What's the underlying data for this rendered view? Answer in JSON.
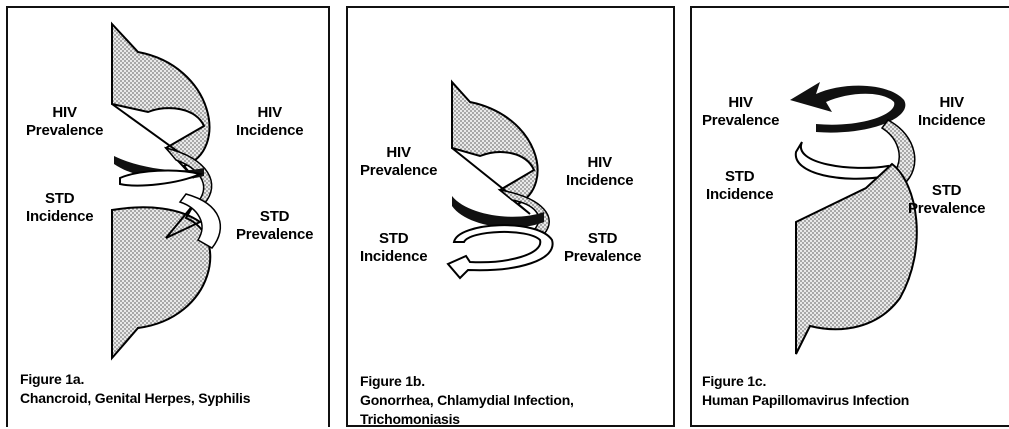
{
  "figures": [
    {
      "labels": {
        "hiv_prevalence": [
          "HIV",
          "Prevalence"
        ],
        "hiv_incidence": [
          "HIV",
          "Incidence"
        ],
        "std_incidence": [
          "STD",
          "Incidence"
        ],
        "std_prevalence": [
          "STD",
          "Prevalence"
        ]
      },
      "caption": [
        "Figure 1a.",
        "Chancroid, Genital Herpes, Syphilis"
      ]
    },
    {
      "labels": {
        "hiv_prevalence": [
          "HIV",
          "Prevalence"
        ],
        "hiv_incidence": [
          "HIV",
          "Incidence"
        ],
        "std_incidence": [
          "STD",
          "Incidence"
        ],
        "std_prevalence": [
          "STD",
          "Prevalence"
        ]
      },
      "caption": [
        "Figure 1b.",
        "Gonorrhea, Chlamydial Infection,",
        "Trichomoniasis"
      ]
    },
    {
      "labels": {
        "hiv_prevalence": [
          "HIV",
          "Prevalence"
        ],
        "hiv_incidence": [
          "HIV",
          "Incidence"
        ],
        "std_incidence": [
          "STD",
          "Incidence"
        ],
        "std_prevalence": [
          "STD",
          "Prevalence"
        ]
      },
      "caption": [
        "Figure 1c.",
        "Human Papillomavirus Infection"
      ]
    }
  ]
}
